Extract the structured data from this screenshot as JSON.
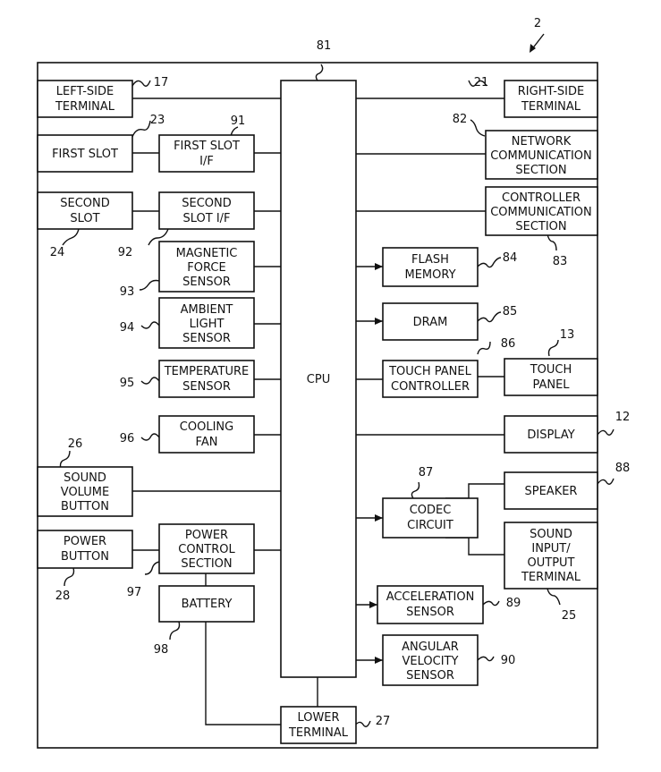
{
  "figure_ref": "2",
  "blocks": {
    "cpu": {
      "lines": [
        "CPU"
      ],
      "ref": "81"
    },
    "left_terminal": {
      "lines": [
        "LEFT-SIDE",
        "TERMINAL"
      ],
      "ref": "17"
    },
    "right_terminal": {
      "lines": [
        "RIGHT-SIDE",
        "TERMINAL"
      ],
      "ref": "21"
    },
    "first_slot": {
      "lines": [
        "FIRST SLOT"
      ],
      "ref": "23"
    },
    "first_slot_if": {
      "lines": [
        "FIRST SLOT",
        "I/F"
      ],
      "ref": "91"
    },
    "network": {
      "lines": [
        "NETWORK",
        "COMMUNICATION",
        "SECTION"
      ],
      "ref": "82"
    },
    "second_slot": {
      "lines": [
        "SECOND",
        "SLOT"
      ],
      "ref": "24"
    },
    "second_slot_if": {
      "lines": [
        "SECOND",
        "SLOT I/F"
      ],
      "ref": "92"
    },
    "controller_comm": {
      "lines": [
        "CONTROLLER",
        "COMMUNICATION",
        "SECTION"
      ],
      "ref": "83"
    },
    "magnetic": {
      "lines": [
        "MAGNETIC",
        "FORCE",
        "SENSOR"
      ],
      "ref": "93"
    },
    "flash": {
      "lines": [
        "FLASH",
        "MEMORY"
      ],
      "ref": "84"
    },
    "ambient": {
      "lines": [
        "AMBIENT",
        "LIGHT",
        "SENSOR"
      ],
      "ref": "94"
    },
    "dram": {
      "lines": [
        "DRAM"
      ],
      "ref": "85"
    },
    "temperature": {
      "lines": [
        "TEMPERATURE",
        "SENSOR"
      ],
      "ref": "95"
    },
    "touch_ctrl": {
      "lines": [
        "TOUCH PANEL",
        "CONTROLLER"
      ],
      "ref": "86"
    },
    "touch_panel": {
      "lines": [
        "TOUCH",
        "PANEL"
      ],
      "ref": "13"
    },
    "cooling": {
      "lines": [
        "COOLING",
        "FAN"
      ],
      "ref": "96"
    },
    "display": {
      "lines": [
        "DISPLAY"
      ],
      "ref": "12"
    },
    "sound_volume": {
      "lines": [
        "SOUND",
        "VOLUME",
        "BUTTON"
      ],
      "ref": "26"
    },
    "codec": {
      "lines": [
        "CODEC",
        "CIRCUIT"
      ],
      "ref": "87"
    },
    "speaker": {
      "lines": [
        "SPEAKER"
      ],
      "ref": "88"
    },
    "power_button": {
      "lines": [
        "POWER",
        "BUTTON"
      ],
      "ref": "28"
    },
    "power_control": {
      "lines": [
        "POWER",
        "CONTROL",
        "SECTION"
      ],
      "ref": "97"
    },
    "sound_io": {
      "lines": [
        "SOUND",
        "INPUT/",
        "OUTPUT",
        "TERMINAL"
      ],
      "ref": "25"
    },
    "battery": {
      "lines": [
        "BATTERY"
      ],
      "ref": "98"
    },
    "acceleration": {
      "lines": [
        "ACCELERATION",
        "SENSOR"
      ],
      "ref": "89"
    },
    "angular": {
      "lines": [
        "ANGULAR",
        "VELOCITY",
        "SENSOR"
      ],
      "ref": "90"
    },
    "lower_terminal": {
      "lines": [
        "LOWER",
        "TERMINAL"
      ],
      "ref": "27"
    }
  }
}
